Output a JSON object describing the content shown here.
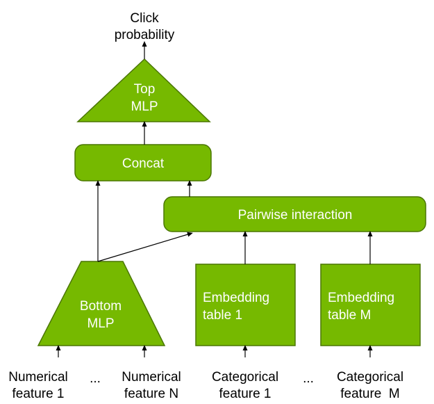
{
  "diagram": {
    "output": {
      "line1": "Click",
      "line2": "probability"
    },
    "top_mlp": {
      "line1": "Top",
      "line2": "MLP"
    },
    "concat": {
      "label": "Concat"
    },
    "pairwise": {
      "label": "Pairwise interaction"
    },
    "bottom_mlp": {
      "line1": "Bottom",
      "line2": "MLP"
    },
    "embedding_1": {
      "line1": "Embedding",
      "line2": "table 1"
    },
    "embedding_m": {
      "line1": "Embedding",
      "line2": "table M"
    },
    "inputs": {
      "numerical_1": {
        "line1": "Numerical",
        "line2": "feature 1"
      },
      "numerical_ellipsis": "...",
      "numerical_n": {
        "line1": "Numerical",
        "line2": "feature N"
      },
      "categorical_1": {
        "line1": "Categorical",
        "line2": "feature 1"
      },
      "categorical_ellipsis": "...",
      "categorical_m": {
        "line1": "Categorical",
        "line2": "feature  M"
      }
    },
    "colors": {
      "block_fill": "#76b900",
      "block_stroke": "#4a7600",
      "text_on_block": "#ffffff"
    }
  }
}
